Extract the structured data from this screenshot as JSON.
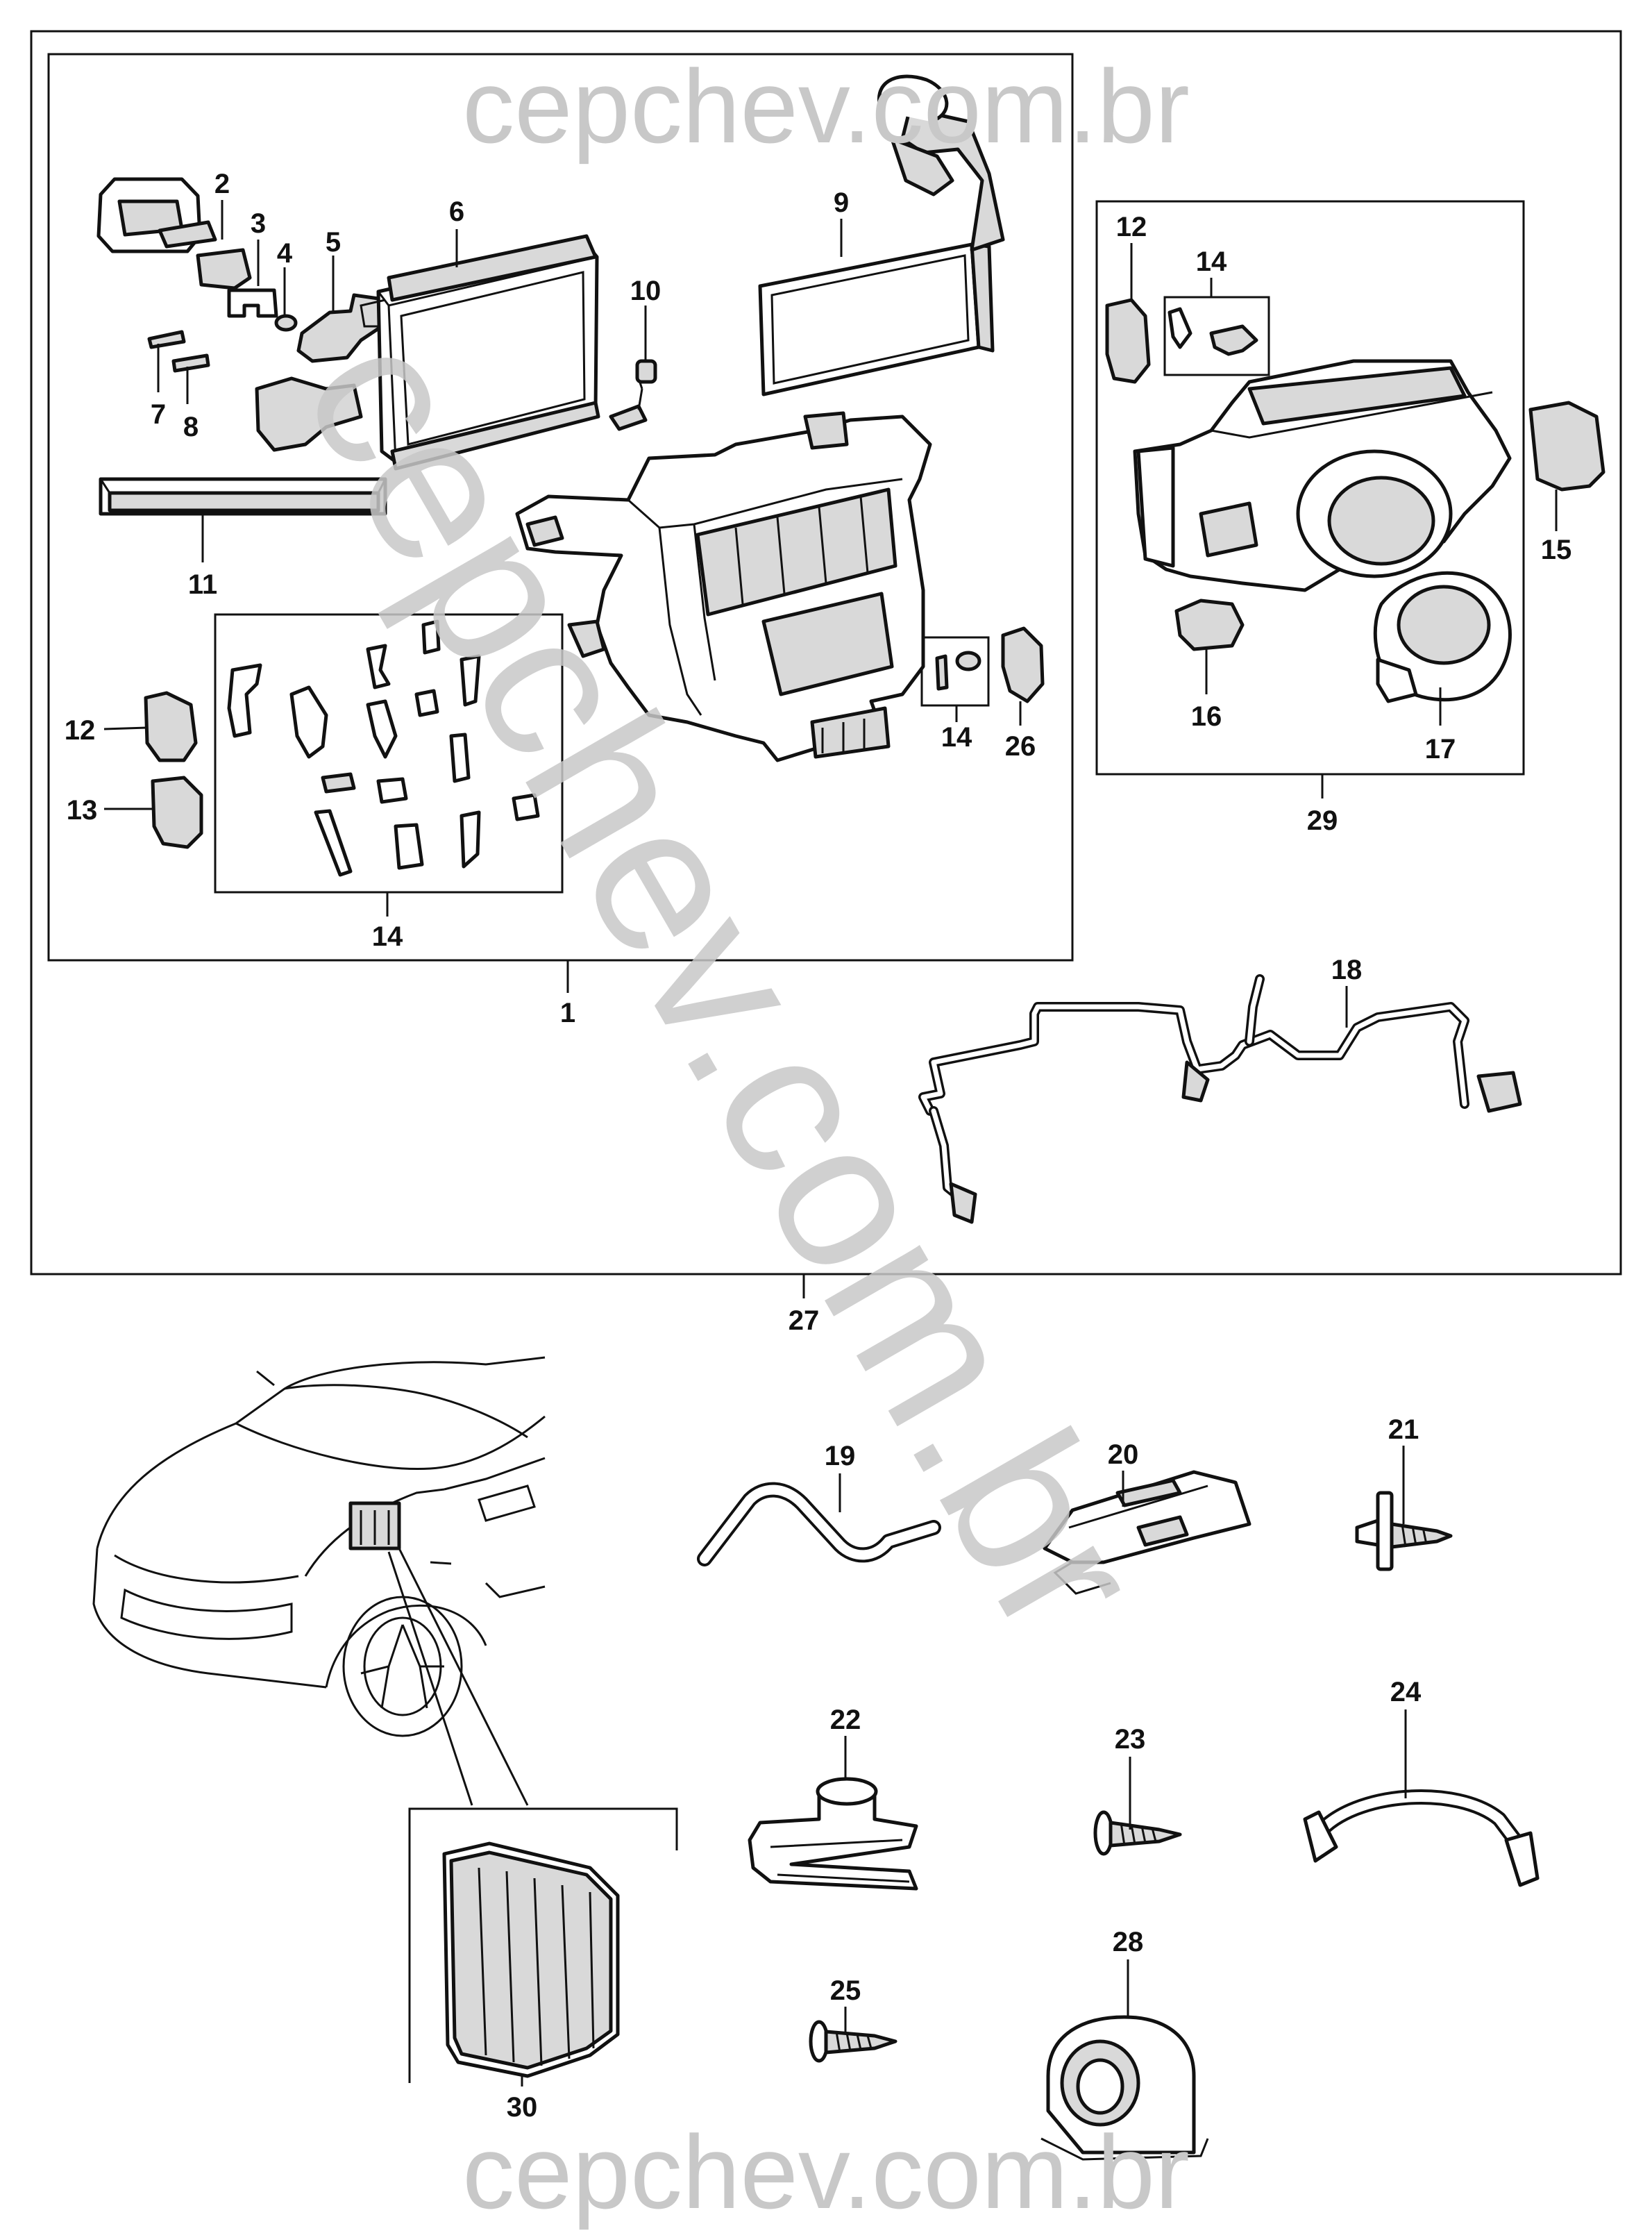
{
  "watermark": {
    "top": "cepchev.com.br",
    "diagonal": "cepchev.com.br",
    "bottom": "cepchev.com.br"
  },
  "callouts": {
    "c1": "1",
    "c2": "2",
    "c3": "3",
    "c4": "4",
    "c5": "5",
    "c6": "6",
    "c7": "7",
    "c8": "8",
    "c9": "9",
    "c10": "10",
    "c11": "11",
    "c12a": "12",
    "c12b": "12",
    "c13": "13",
    "c14a": "14",
    "c14b": "14",
    "c14c": "14",
    "c15": "15",
    "c16": "16",
    "c17": "17",
    "c18": "18",
    "c19": "19",
    "c20": "20",
    "c21": "21",
    "c22": "22",
    "c23": "23",
    "c24": "24",
    "c25": "25",
    "c26": "26",
    "c27": "27",
    "c28": "28",
    "c29": "29",
    "c30": "30"
  }
}
